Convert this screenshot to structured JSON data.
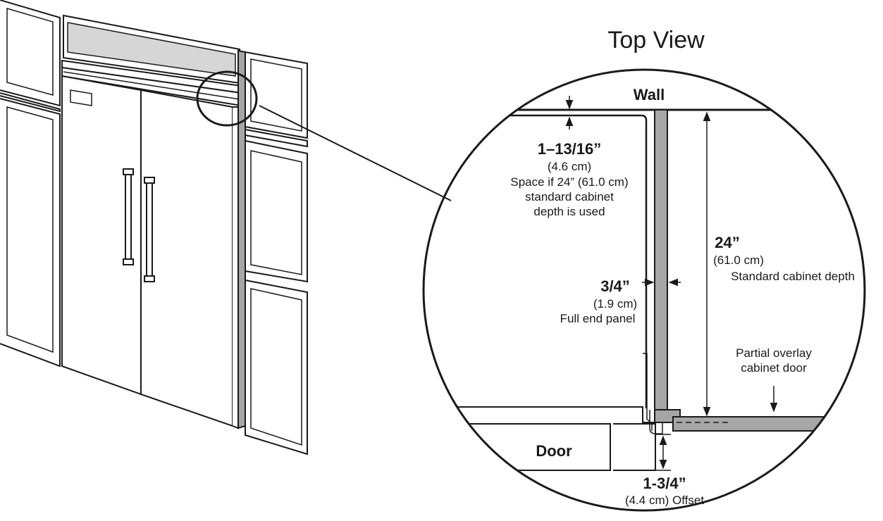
{
  "title": "Top View",
  "labels": {
    "wall": "Wall",
    "door": "Door",
    "space_main": "1–13/16”",
    "space_metric": "(4.6 cm)",
    "space_note_1": "Space if 24” (61.0 cm)",
    "space_note_2": "standard cabinet",
    "space_note_3": "depth is used",
    "panel_main": "3/4”",
    "panel_metric": "(1.9 cm)",
    "panel_note": "Full end panel",
    "depth_main": "24”",
    "depth_metric": "(61.0 cm)",
    "depth_note": "Standard cabinet depth",
    "overlay_1": "Partial overlay",
    "overlay_2": "cabinet door",
    "offset_main": "1-3/4”",
    "offset_note": "(4.4 cm) Offset"
  },
  "colors": {
    "line": "#1a1a1a",
    "panel_fill": "#a6a6a6",
    "glass_fill": "#d6d6d6",
    "paper": "#ffffff"
  }
}
